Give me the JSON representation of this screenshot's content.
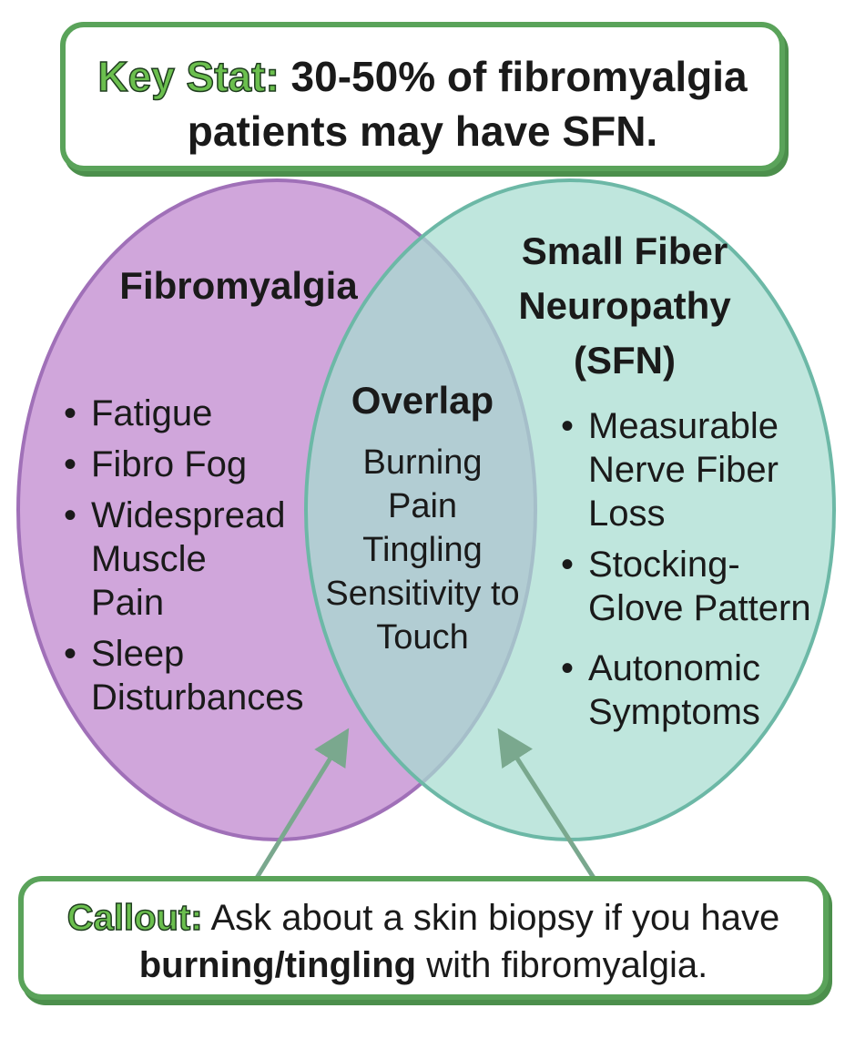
{
  "key_stat": {
    "label": "Key Stat:",
    "line1": " 30-50% of fibromyalgia",
    "line2": "patients may have SFN."
  },
  "fibromyalgia": {
    "title": "Fibromyalgia",
    "items": [
      [
        "Fatigue"
      ],
      [
        "Fibro Fog"
      ],
      [
        "Widespread",
        "Muscle",
        "Pain"
      ],
      [
        "Sleep",
        "Disturbances"
      ]
    ]
  },
  "overlap": {
    "title": "Overlap",
    "items": [
      "Burning",
      "Pain",
      "Tingling",
      "Sensitivity to",
      "Touch"
    ]
  },
  "sfn": {
    "title_lines": [
      "Small Fiber",
      "Neuropathy",
      "(SFN)"
    ],
    "items": [
      [
        "Measurable",
        "Nerve Fiber",
        "Loss"
      ],
      [
        "Stocking-",
        "Glove Pattern"
      ],
      [
        "Autonomic",
        "Symptoms"
      ]
    ]
  },
  "callout": {
    "label": "Callout:",
    "text_before": " Ask about a skin biopsy if you have",
    "bold": "burning/tingling",
    "text_after": " with fibromyalgia."
  },
  "colors": {
    "fibromyalgia_fill": "#c99ad6",
    "sfn_fill": "#a6ddd0",
    "accent_green": "#5aa35a"
  }
}
